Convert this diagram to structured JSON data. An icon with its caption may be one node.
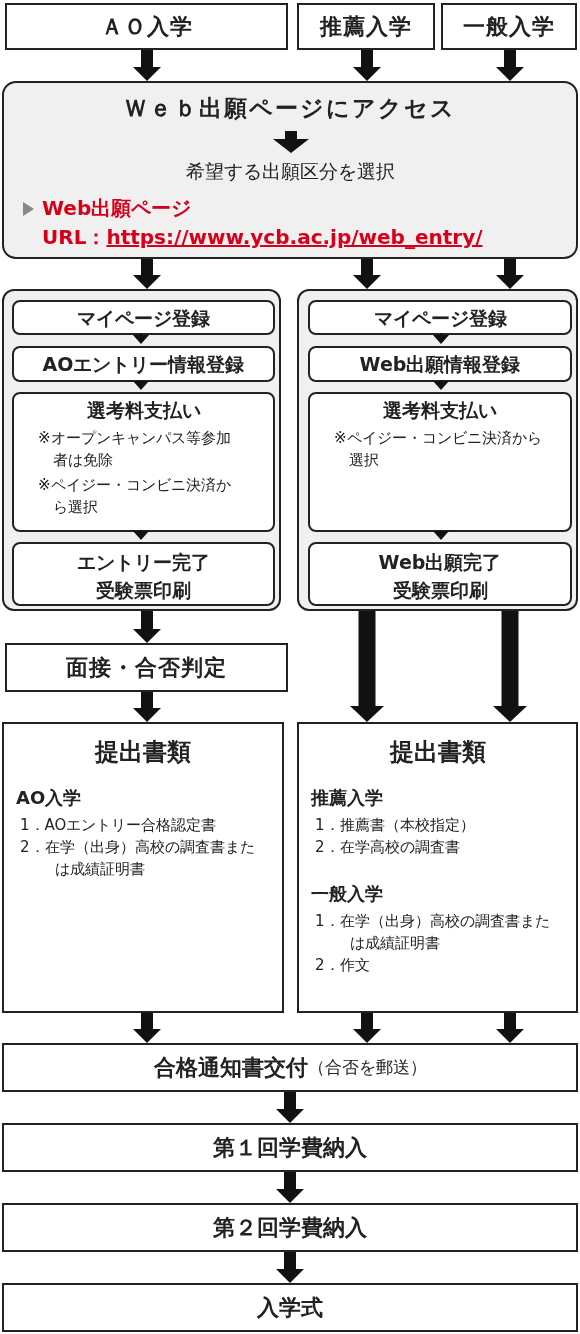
{
  "diagram": {
    "nodes": [
      {
        "text": [
          "ＡＯ入学"
        ]
      },
      {
        "text": [
          "推薦入学"
        ]
      },
      {
        "text": [
          "一般入学"
        ]
      },
      {
        "text": [
          "Ｗｅｂ出願ページにアクセス",
          "希望する出願区分を選択",
          "Web出願ページ",
          "URL：",
          "https://www.ycb.ac.jp/web_entry/"
        ]
      },
      {
        "text": [],
        "shape": "box"
      },
      {
        "text": [
          "マイページ登録"
        ],
        "in": 4
      },
      {
        "text": [
          "AOエントリー情報登録"
        ],
        "in": 4
      },
      {
        "text": [
          "選考料支払い",
          "※オープンキャンパス等参加者は免除",
          "※ペイジー・コンビニ決済から選択"
        ],
        "in": 4
      },
      {
        "text": [
          "エントリー完了",
          "受験票印刷"
        ],
        "in": 4
      },
      {
        "text": [],
        "shape": "box"
      },
      {
        "text": [
          "マイページ登録"
        ],
        "in": 9
      },
      {
        "text": [
          "Web出願情報登録"
        ],
        "in": 9
      },
      {
        "text": [
          "選考料支払い",
          "※ペイジー・コンビニ決済から選択"
        ],
        "in": 9
      },
      {
        "text": [
          "Web出願完了",
          "受験票印刷"
        ],
        "in": 9
      },
      {
        "text": [
          "面接・合否判定"
        ]
      },
      {
        "text": [
          "提出書類",
          "AO入学",
          "1．AOエントリー合格認定書",
          "2．在学（出身）高校の調査書または成績証明書"
        ]
      },
      {
        "text": [
          "提出書類",
          "推薦入学",
          "1．推薦書（本校指定）",
          "2．在学高校の調査書",
          "一般入学",
          "1．在学（出身）高校の調査書または成績証明書",
          "2．作文"
        ]
      },
      {
        "text": [
          "合格通知書交付",
          "（合否を郵送）"
        ]
      },
      {
        "text": [
          "第１回学費納入"
        ]
      },
      {
        "text": [
          "第２回学費納入"
        ]
      },
      {
        "text": [
          "入学式"
        ]
      }
    ],
    "edges": [
      {
        "from": 0,
        "to": 3,
        "arrow": "to"
      },
      {
        "from": 1,
        "to": 3,
        "arrow": "to"
      },
      {
        "from": 2,
        "to": 3,
        "arrow": "to"
      },
      {
        "from": 3,
        "to": 4,
        "arrow": "to"
      },
      {
        "from": 3,
        "to": 9,
        "arrow": "to"
      },
      {
        "from": 3,
        "to": 9,
        "arrow": "to"
      },
      {
        "from": 5,
        "to": 6,
        "arrow": "to"
      },
      {
        "from": 6,
        "to": 7,
        "arrow": "to"
      },
      {
        "from": 7,
        "to": 8,
        "arrow": "to"
      },
      {
        "from": 10,
        "to": 11,
        "arrow": "to"
      },
      {
        "from": 11,
        "to": 12,
        "arrow": "to"
      },
      {
        "from": 12,
        "to": 13,
        "arrow": "to"
      },
      {
        "from": 4,
        "to": 14,
        "arrow": "to"
      },
      {
        "from": 14,
        "to": 15,
        "arrow": "to"
      },
      {
        "from": 9,
        "to": 16,
        "arrow": "to"
      },
      {
        "from": 9,
        "to": 16,
        "arrow": "to"
      },
      {
        "from": 15,
        "to": 17,
        "arrow": "to"
      },
      {
        "from": 16,
        "to": 17,
        "arrow": "to"
      },
      {
        "from": 16,
        "to": 17,
        "arrow": "to"
      },
      {
        "from": 17,
        "to": 18,
        "arrow": "to"
      },
      {
        "from": 18,
        "to": 19,
        "arrow": "to"
      },
      {
        "from": 19,
        "to": 20,
        "arrow": "to"
      }
    ]
  }
}
